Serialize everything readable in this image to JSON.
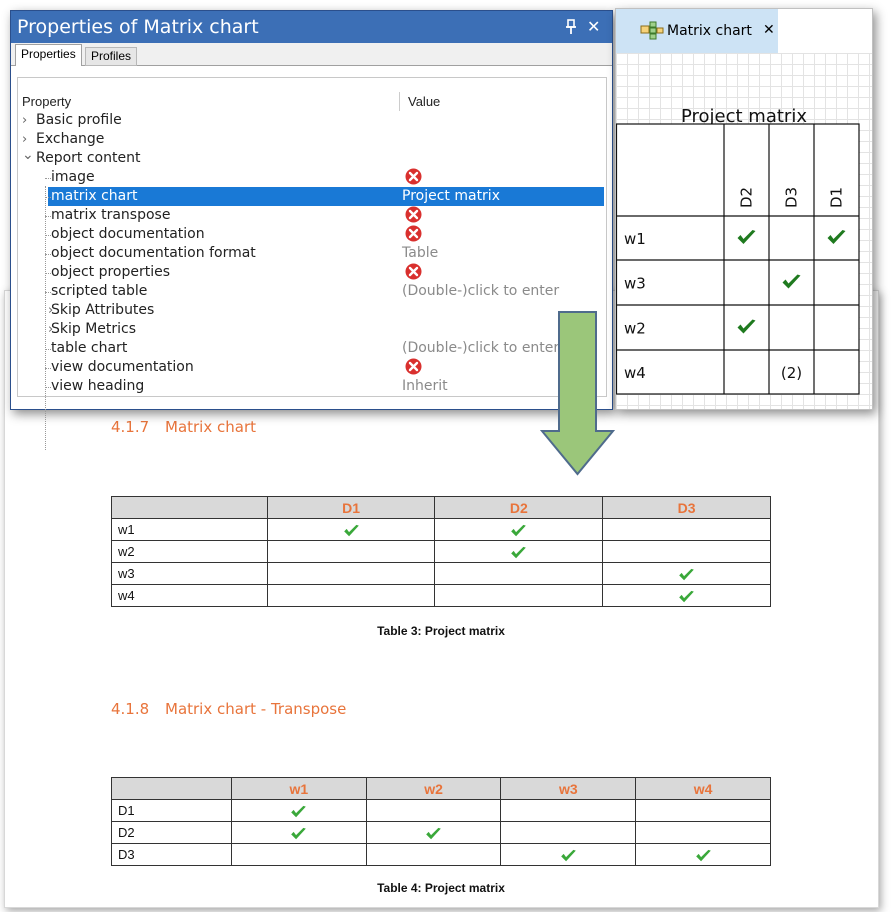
{
  "properties_window": {
    "title": "Properties of Matrix chart",
    "pin_glyph": "📌",
    "close_glyph": "✕",
    "tabs": [
      {
        "label": "Properties"
      },
      {
        "label": "Profiles"
      }
    ],
    "header": {
      "property": "Property",
      "value": "Value"
    },
    "rows": [
      {
        "name": "Basic profile",
        "value": "",
        "icon": "expand-arrow-icon"
      },
      {
        "name": "Exchange",
        "value": "",
        "icon": "expand-arrow-icon"
      },
      {
        "name": "Report content",
        "value": "",
        "icon": "collapse-arrow-icon"
      },
      {
        "name": "image",
        "value": "",
        "icon": "red-x-icon"
      },
      {
        "name": "matrix chart",
        "value": "Project matrix",
        "selected": true
      },
      {
        "name": "matrix transpose",
        "value": "",
        "icon": "red-x-icon"
      },
      {
        "name": "object documentation",
        "value": "",
        "icon": "red-x-icon"
      },
      {
        "name": "object documentation format",
        "value": "Table"
      },
      {
        "name": "object properties",
        "value": "",
        "icon": "red-x-icon"
      },
      {
        "name": "scripted table",
        "value": "(Double-)click to enter"
      },
      {
        "name": "Skip Attributes",
        "value": "",
        "icon": "expand-arrow-icon"
      },
      {
        "name": "Skip Metrics",
        "value": "",
        "icon": "expand-arrow-icon"
      },
      {
        "name": "table chart",
        "value": "(Double-)click to enter"
      },
      {
        "name": "view documentation",
        "value": "",
        "icon": "red-x-icon"
      },
      {
        "name": "view heading",
        "value": "Inherit"
      }
    ]
  },
  "matrix_window": {
    "tab_label": "Matrix chart",
    "tab_close": "✕",
    "title": "Project matrix",
    "columns": [
      "D2",
      "D3",
      "D1"
    ],
    "rows": [
      {
        "label": "w1",
        "cells": [
          "check",
          "",
          "check"
        ]
      },
      {
        "label": "w3",
        "cells": [
          "",
          "check",
          ""
        ]
      },
      {
        "label": "w2",
        "cells": [
          "check",
          "",
          ""
        ]
      },
      {
        "label": "w4",
        "cells": [
          "",
          "(2)",
          ""
        ]
      }
    ]
  },
  "document": {
    "section1": {
      "number": "4.1.7",
      "title": "Matrix chart"
    },
    "table1": {
      "columns": [
        "",
        "D1",
        "D2",
        "D3"
      ],
      "rows": [
        {
          "label": "w1",
          "cells": [
            "check",
            "check",
            ""
          ]
        },
        {
          "label": "w2",
          "cells": [
            "",
            "check",
            ""
          ]
        },
        {
          "label": "w3",
          "cells": [
            "",
            "",
            "check"
          ]
        },
        {
          "label": "w4",
          "cells": [
            "",
            "",
            "check"
          ]
        }
      ],
      "caption": "Table 3: Project matrix"
    },
    "section2": {
      "number": "4.1.8",
      "title": "Matrix chart - Transpose"
    },
    "table2": {
      "columns": [
        "",
        "w1",
        "w2",
        "w3",
        "w4"
      ],
      "rows": [
        {
          "label": "D1",
          "cells": [
            "check",
            "",
            "",
            ""
          ]
        },
        {
          "label": "D2",
          "cells": [
            "check",
            "check",
            "",
            ""
          ]
        },
        {
          "label": "D3",
          "cells": [
            "",
            "",
            "check",
            "check"
          ]
        }
      ],
      "caption": "Table 4: Project matrix"
    }
  },
  "colors": {
    "title_bar": "#3c6fb6",
    "selection": "#1979d6",
    "heading": "#e8743b",
    "arrow_fill": "#9bc67a",
    "arrow_stroke": "#4f6b8c",
    "check_dark": "#1f7a1f",
    "check_light": "#3aa83a"
  }
}
